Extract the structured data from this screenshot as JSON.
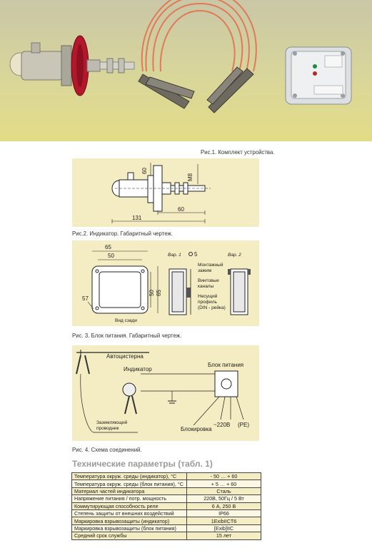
{
  "fig1": {
    "caption": "Рис.1. Комплект устройства."
  },
  "fig2": {
    "caption": "Рис.2. Индикатор. Габаритный чертеж.",
    "dims": {
      "d60": "60",
      "m8": "M8",
      "w60": "60",
      "w131": "131"
    }
  },
  "fig3": {
    "caption": "Рис. 3. Блок питания. Габаритный чертеж.",
    "dims": {
      "w65": "65",
      "w50": "50",
      "h50": "50",
      "h65": "65",
      "r57": "57",
      "d5": "5"
    },
    "var1": "Вар. 1",
    "var2": "Вар. 2",
    "label_terminal_1": "Монтажный",
    "label_terminal_2": "зажим",
    "label_screw_1": "Винтовые",
    "label_screw_2": "каналы",
    "label_rail_1": "Несущий",
    "label_rail_2": "профиль",
    "label_rail_3": "(DIN - рейка)",
    "rear_view": "Вид сзади"
  },
  "fig4": {
    "caption": "Рис. 4. Схема соединений.",
    "tanker": "Автоцистерна",
    "indicator": "Индикатор",
    "psu": "Блок питания",
    "ground_1": "Заземляющий",
    "ground_2": "проводник",
    "blocking": "Блокировка",
    "ac": "~220В",
    "pe": "(PE)"
  },
  "specs": {
    "title": "Технические параметры (табл. 1)",
    "rows": [
      [
        "Температура окруж. среды (индикатор), °С",
        "- 50 … + 60"
      ],
      [
        "Температура окруж. среды (блок питания), °С",
        "+ 5 … + 60"
      ],
      [
        "Материал частей индикатора",
        "Сталь"
      ],
      [
        "Напряжение питания / потр. мощность",
        "220В, 50Гц / 5 Вт"
      ],
      [
        "Коммутирующая способность реле",
        "6 А, 250 В"
      ],
      [
        "Степень защиты от внешних воздействий",
        "IP66"
      ],
      [
        "Маркировка взрывозащиты (индикатор)",
        "1ExibIICT6"
      ],
      [
        "Маркировка взрывозащиты (блок питания)",
        "[Exib]IIC"
      ],
      [
        "Средний срок службы",
        "15 лет"
      ]
    ]
  },
  "colors": {
    "panel": "#f4ecc2",
    "photo_bg": "#d9d69a",
    "cable": "#e07a58",
    "title_gray": "#9a9a9a"
  }
}
